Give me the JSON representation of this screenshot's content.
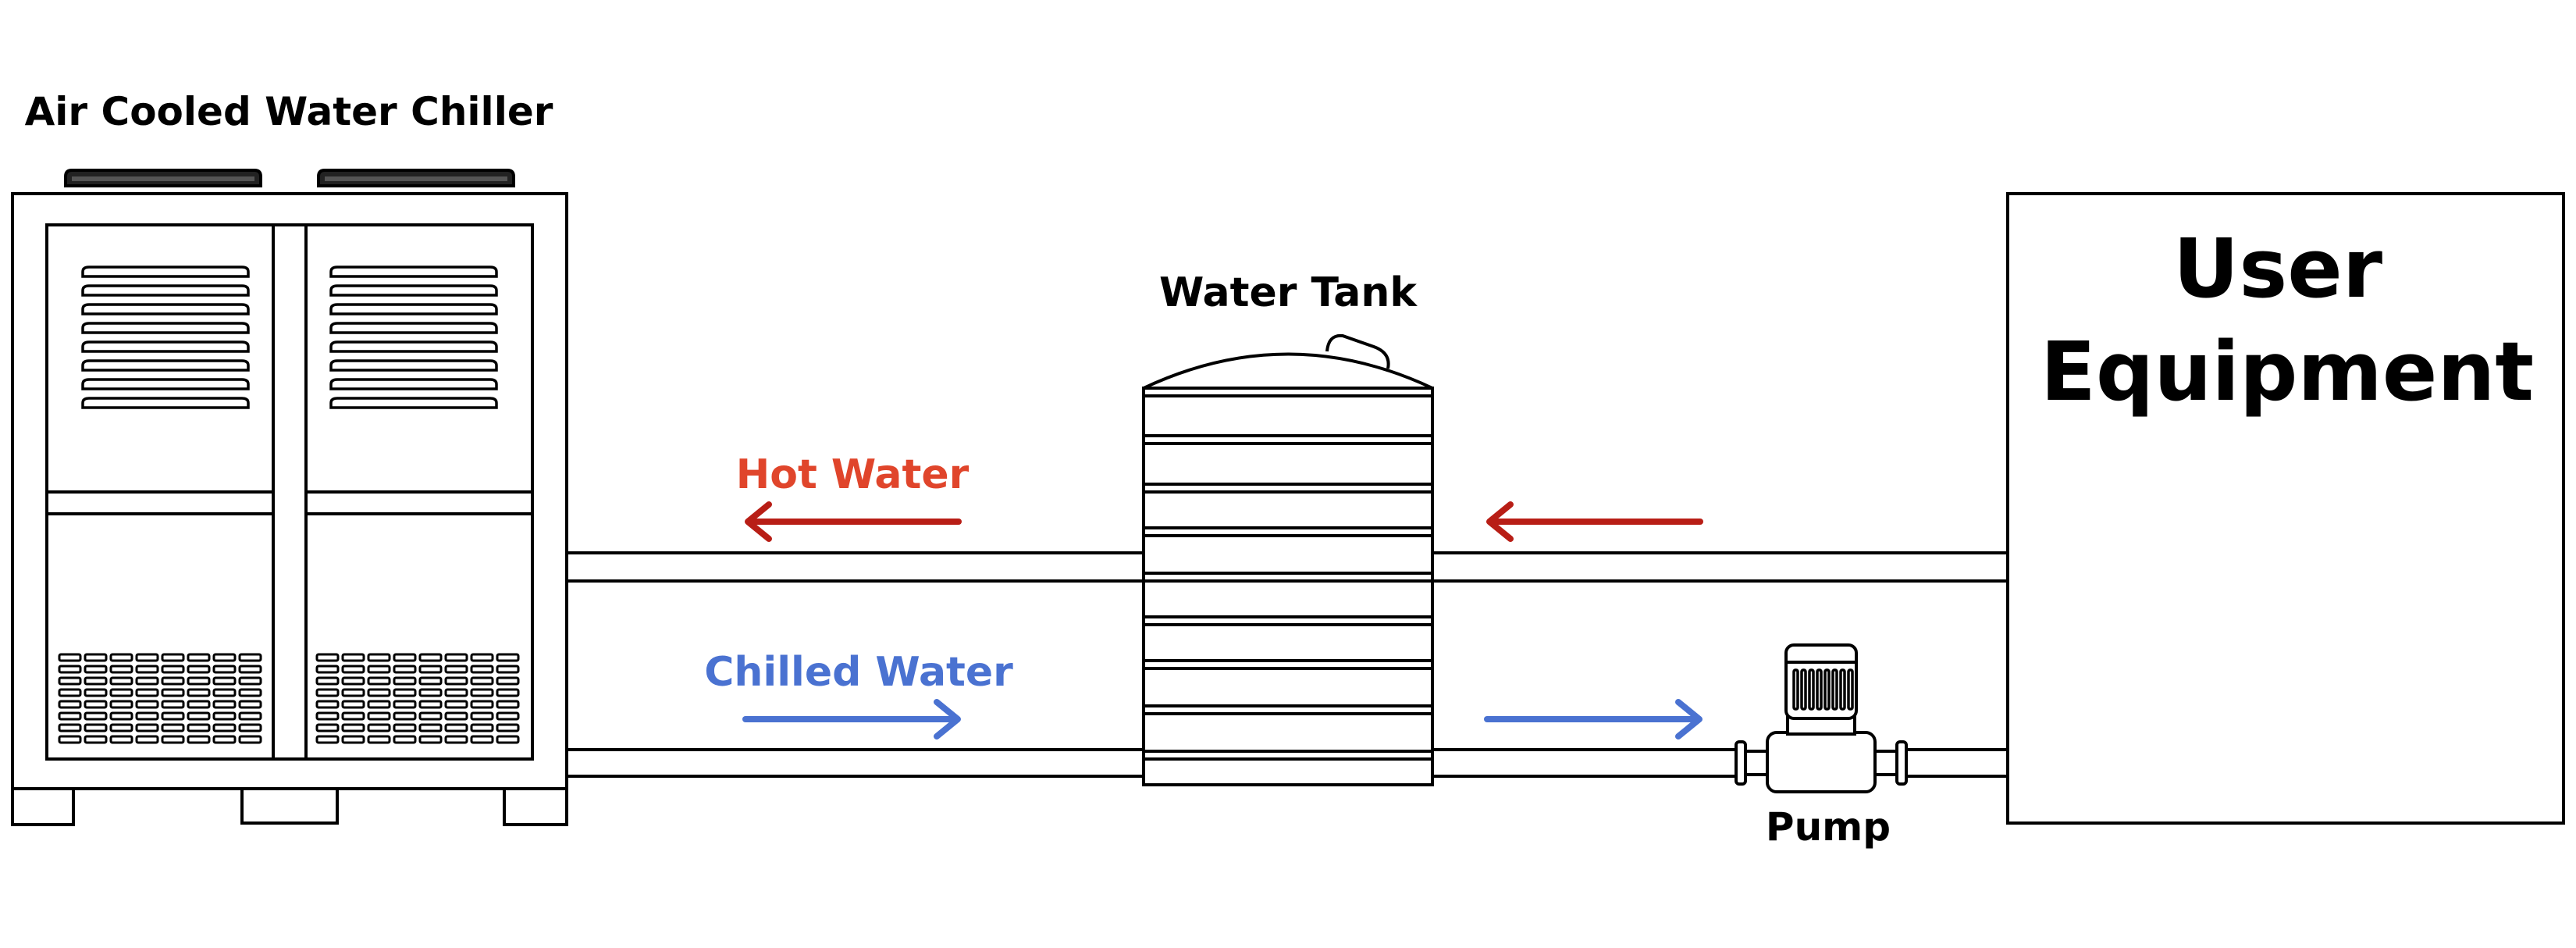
{
  "labels": {
    "chiller": "Air Cooled Water Chiller",
    "tank": "Water Tank",
    "hot_water": "Hot Water",
    "chilled_water": "Chilled Water",
    "user_line1": "User",
    "user_line2": "Equipment",
    "pump": "Pump"
  },
  "colors": {
    "hot": "#E0452B",
    "hot_arrow": "#B81E16",
    "chilled": "#4A72D1",
    "line": "#000000"
  },
  "icons": {
    "chiller": "air-cooled-chiller-icon",
    "tank": "water-tank-icon",
    "pump": "pump-icon"
  }
}
